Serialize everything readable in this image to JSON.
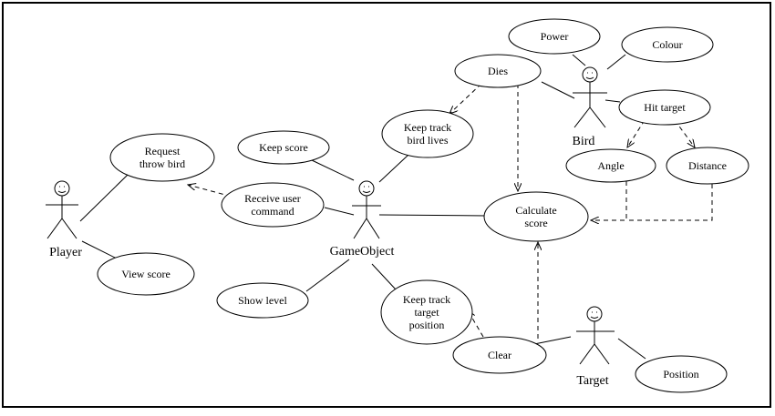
{
  "diagram": {
    "actors": [
      {
        "id": "player",
        "label": "Player"
      },
      {
        "id": "gameobject",
        "label": "GameObject"
      },
      {
        "id": "bird",
        "label": "Bird"
      },
      {
        "id": "target",
        "label": "Target"
      }
    ],
    "use_cases": [
      {
        "id": "request-throw-bird",
        "lines": [
          "Request",
          "throw bird"
        ]
      },
      {
        "id": "view-score",
        "lines": [
          "View score"
        ]
      },
      {
        "id": "keep-score",
        "lines": [
          "Keep score"
        ]
      },
      {
        "id": "receive-user-command",
        "lines": [
          "Receive user",
          "command"
        ]
      },
      {
        "id": "show-level",
        "lines": [
          "Show level"
        ]
      },
      {
        "id": "keep-track-bird-lives",
        "lines": [
          "Keep track",
          "bird lives"
        ]
      },
      {
        "id": "dies",
        "lines": [
          "Dies"
        ]
      },
      {
        "id": "power",
        "lines": [
          "Power"
        ]
      },
      {
        "id": "colour",
        "lines": [
          "Colour"
        ]
      },
      {
        "id": "hit-target",
        "lines": [
          "Hit target"
        ]
      },
      {
        "id": "angle",
        "lines": [
          "Angle"
        ]
      },
      {
        "id": "distance",
        "lines": [
          "Distance"
        ]
      },
      {
        "id": "calculate-score",
        "lines": [
          "Calculate",
          "score"
        ]
      },
      {
        "id": "keep-track-target-position",
        "lines": [
          "Keep track",
          "target",
          "position"
        ]
      },
      {
        "id": "clear",
        "lines": [
          "Clear"
        ]
      },
      {
        "id": "position",
        "lines": [
          "Position"
        ]
      }
    ]
  }
}
